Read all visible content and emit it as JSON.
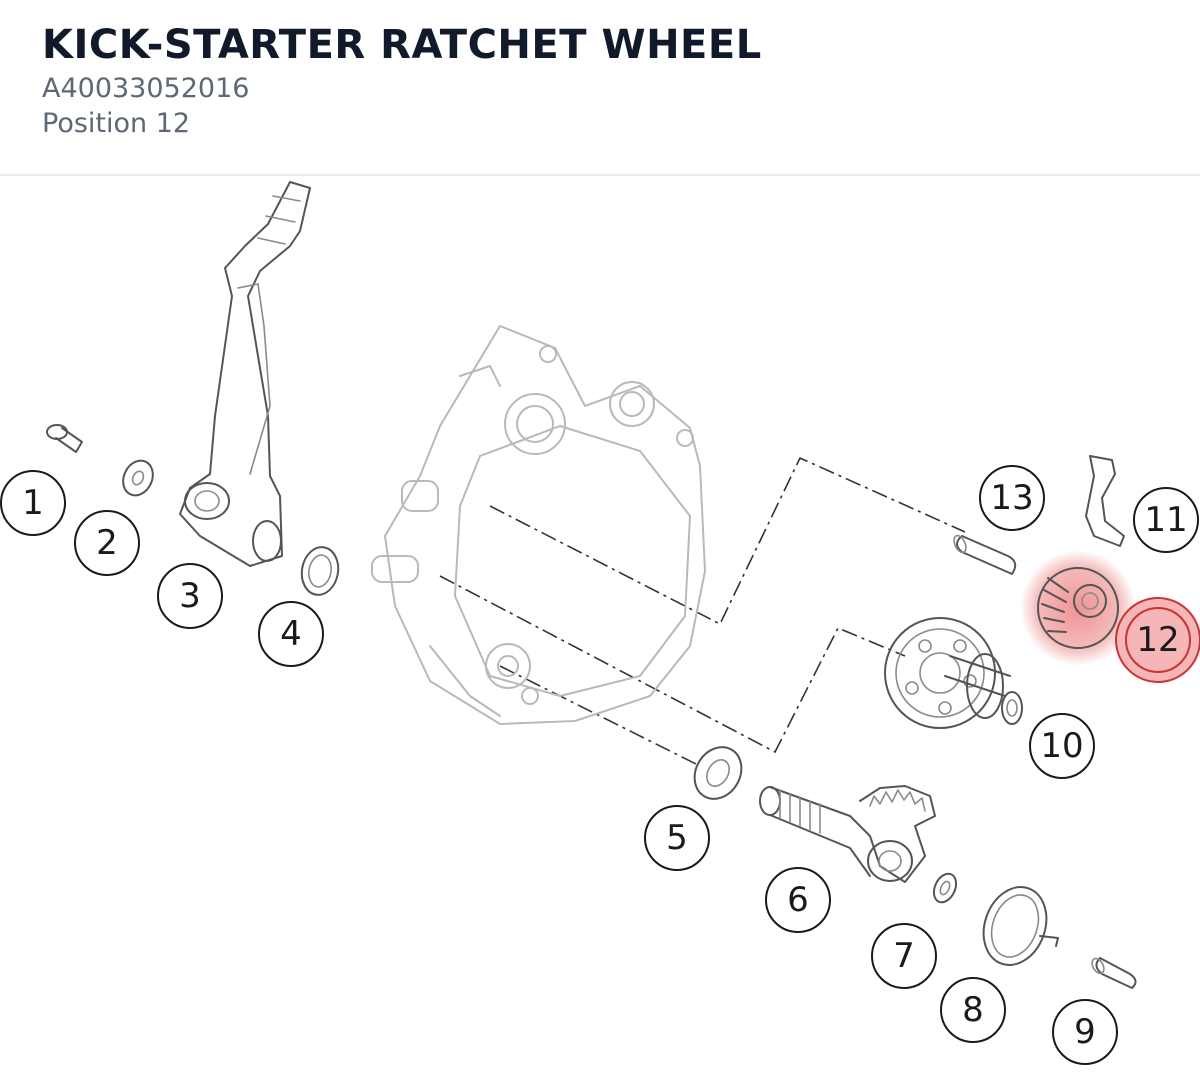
{
  "header": {
    "title": "KICK-STARTER RATCHET WHEEL",
    "part_number": "A40033052016",
    "position": "Position 12"
  },
  "highlight_color": "#e23b3b",
  "callouts": [
    "1",
    "2",
    "3",
    "4",
    "5",
    "6",
    "7",
    "8",
    "9",
    "10",
    "11",
    "12",
    "13"
  ],
  "highlighted_callout": "12"
}
